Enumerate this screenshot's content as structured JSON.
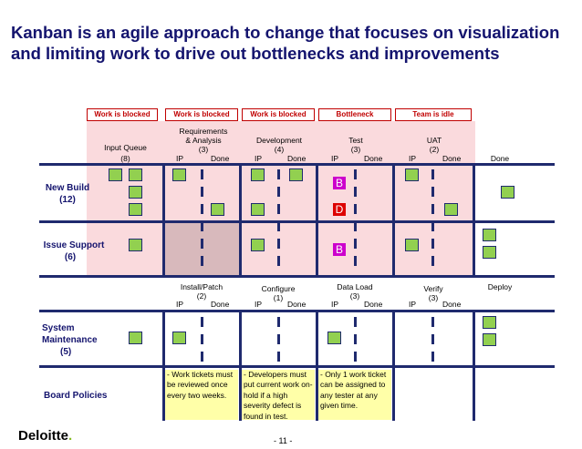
{
  "title": "Kanban is an agile approach to change that focuses on visualization and limiting work to drive out bottlenecks and improvements",
  "status_labels": [
    "Work is blocked",
    "Work is blocked",
    "Work is blocked",
    "Bottleneck",
    "Team is idle"
  ],
  "top_columns": {
    "input_queue": {
      "name": "Input Queue",
      "limit": "(8)"
    },
    "requirements": {
      "name": "Requirements & Analysis",
      "limit": "(3)"
    },
    "development": {
      "name": "Development",
      "limit": "(4)"
    },
    "test": {
      "name": "Test",
      "limit": "(3)"
    },
    "uat": {
      "name": "UAT",
      "limit": "(2)"
    },
    "done": "Done"
  },
  "bottom_columns": {
    "install": {
      "name": "Install/Patch",
      "limit": "(2)"
    },
    "configure": {
      "name": "Configure",
      "limit": "(1)"
    },
    "dataload": {
      "name": "Data Load",
      "limit": "(3)"
    },
    "verify": {
      "name": "Verify",
      "limit": "(3)"
    },
    "deploy": "Deploy"
  },
  "subcols": {
    "ip": "IP",
    "done": "Done"
  },
  "rows": {
    "new_build": {
      "name": "New Build",
      "limit": "(12)"
    },
    "issue_support": {
      "name": "Issue Support",
      "limit": "(6)"
    },
    "system_maintenance": {
      "name": "System Maintenance",
      "limit": "(5)"
    },
    "board_policies": "Board Policies"
  },
  "badges": {
    "b1": "B",
    "d": "D",
    "b2": "B"
  },
  "badge_colors": {
    "B": "#cc00cc",
    "D": "#dd0000"
  },
  "card_color": "#92d050",
  "policies": [
    "- Work tickets must be reviewed once every two weeks.",
    "- Developers must put current work on-hold if a high severity defect is found in test.",
    "- Only 1 work ticket can be assigned to any tester at any given time."
  ],
  "footer": {
    "logo": "Deloitte",
    "logo_dot": ".",
    "page": "- 11 -"
  }
}
